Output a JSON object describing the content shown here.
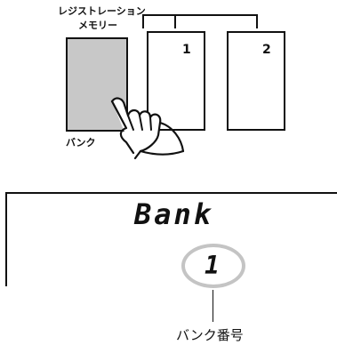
{
  "header": {
    "label_line1": "レジストレーション",
    "label_line2": "メモリー"
  },
  "buttons": [
    {
      "name": "bank",
      "label": "バンク",
      "number": "",
      "color": "#c8c8c8"
    },
    {
      "name": "memory-1",
      "label": "",
      "number": "1",
      "color": "#ffffff"
    },
    {
      "name": "memory-2",
      "label": "",
      "number": "2",
      "color": "#ffffff"
    }
  ],
  "display": {
    "text": "Bank",
    "value": "1",
    "ring_color": "#c4c4c4"
  },
  "callout": {
    "caption": "バンク番号"
  }
}
